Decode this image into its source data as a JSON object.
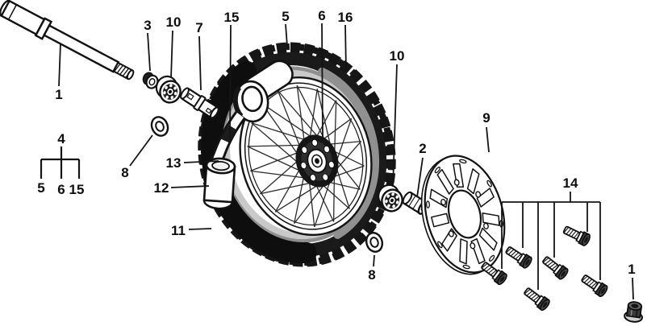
{
  "diagram": {
    "description": "Exploded parts diagram of a spoked front wheel: axle, bearings, spacers, knobby tire with inner tube, brake disc, mounting bolts and axle nut",
    "colors": {
      "ink": "#111111",
      "tire_black": "#1a1a1a",
      "sidewall_gray": "#8f8f8f",
      "shade_gray": "#c9c9c9",
      "paper": "#ffffff"
    },
    "callouts": [
      {
        "part": "front-axle",
        "label": "1"
      },
      {
        "part": "collar-cap",
        "label": "3"
      },
      {
        "part": "bearing-left",
        "label": "10"
      },
      {
        "part": "axle-sleeve",
        "label": "7"
      },
      {
        "part": "inner-tube",
        "label": "15"
      },
      {
        "part": "tire",
        "label": "5"
      },
      {
        "part": "rim",
        "label": "6"
      },
      {
        "part": "rim-band",
        "label": "16"
      },
      {
        "part": "bearing-right",
        "label": "10"
      },
      {
        "part": "wheel-sub-assembly",
        "label": "4"
      },
      {
        "part": "sub-assembly-tire",
        "label": "5"
      },
      {
        "part": "sub-assembly-rim",
        "label": "6"
      },
      {
        "part": "sub-assembly-tube",
        "label": "15"
      },
      {
        "part": "seal-washer-left",
        "label": "8"
      },
      {
        "part": "tube-guard",
        "label": "13"
      },
      {
        "part": "valve-sleeve",
        "label": "12"
      },
      {
        "part": "tire-tread",
        "label": "11"
      },
      {
        "part": "center-spacer",
        "label": "2"
      },
      {
        "part": "brake-disc",
        "label": "9"
      },
      {
        "part": "seal-washer-right",
        "label": "8"
      },
      {
        "part": "disc-bolt-set",
        "label": "14"
      },
      {
        "part": "axle-nut",
        "label": "1"
      }
    ]
  }
}
